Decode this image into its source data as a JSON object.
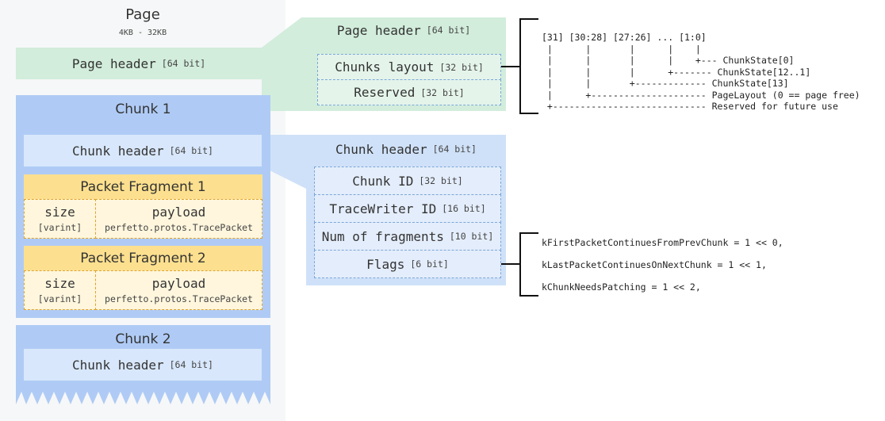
{
  "page": {
    "title": "Page",
    "size_range": "4KB - 32KB",
    "header_label": "Page header",
    "header_bits": "[64 bit]"
  },
  "chunk1": {
    "title": "Chunk 1",
    "header_label": "Chunk header",
    "header_bits": "[64 bit]",
    "fragments": [
      {
        "title": "Packet Fragment 1",
        "size_label": "size",
        "size_type": "[varint]",
        "payload_label": "payload",
        "payload_type": "perfetto.protos.TracePacket"
      },
      {
        "title": "Packet Fragment 2",
        "size_label": "size",
        "size_type": "[varint]",
        "payload_label": "payload",
        "payload_type": "perfetto.protos.TracePacket"
      }
    ]
  },
  "chunk2": {
    "title": "Chunk 2",
    "header_label": "Chunk header",
    "header_bits": "[64 bit]"
  },
  "page_header_detail": {
    "title": "Page header",
    "title_bits": "[64 bit]",
    "fields": [
      {
        "label": "Chunks layout",
        "bits": "[32 bit]"
      },
      {
        "label": "Reserved",
        "bits": "[32 bit]"
      }
    ]
  },
  "chunk_header_detail": {
    "title": "Chunk header",
    "title_bits": "[64 bit]",
    "fields": [
      {
        "label": "Chunk ID",
        "bits": "[32 bit]"
      },
      {
        "label": "TraceWriter ID",
        "bits": "[16 bit]"
      },
      {
        "label": "Num of fragments",
        "bits": "[10 bit]"
      },
      {
        "label": "Flags",
        "bits": "[6 bit]"
      }
    ]
  },
  "layout_bits": "[31] [30:28] [27:26] ... [1:0]\n |      |       |      |    |\n |      |       |      |    +--- ChunkState[0]\n |      |       |      +------- ChunkState[12..1]\n |      |       +------------- ChunkState[13]\n |      +--------------------- PageLayout (0 == page free)\n +---------------------------- Reserved for future use",
  "flags": [
    "kFirstPacketContinuesFromPrevChunk = 1 << 0,",
    "kLastPacketContinuesOnNextChunk = 1 << 1,",
    "kChunkNeedsPatching = 1 << 2,"
  ]
}
